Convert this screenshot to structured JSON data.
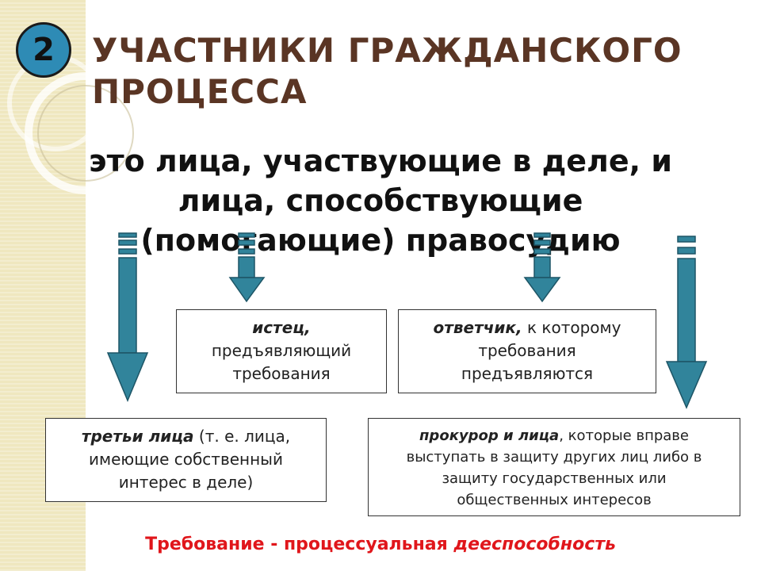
{
  "slide_number": "2",
  "title": {
    "line1": "УЧАСТНИКИ ГРАЖДАНСКОГО",
    "line2": "ПРОЦЕССА"
  },
  "definition": {
    "line1": "это лица, участвующие в деле, и",
    "line2": "лица, способствующие",
    "line3": "(помогающие) правосудию"
  },
  "boxes": {
    "plaintiff": {
      "term": "истец,",
      "line2": "предъявляющий",
      "line3": "требования"
    },
    "defendant": {
      "term": "ответчик,",
      "rest1": " к которому",
      "line2": "требования",
      "line3": "предъявляются"
    },
    "third_parties": {
      "term": "третьи лица",
      "rest1": " (т. е. лица,",
      "line2": "имеющие собственный",
      "line3": "интерес в деле)"
    },
    "prosecutor": {
      "term": "прокурор и лица",
      "rest1": ", которые вправе",
      "line2": "выступать в защиту других лиц либо в",
      "line3": "защиту государственных или",
      "line4": "общественных интересов"
    }
  },
  "footer": {
    "text": "Требование - процессуальная ",
    "emphasis": "дееспособность"
  },
  "colors": {
    "arrow_fill": "#31849b",
    "title": "#5a3524",
    "footer": "#e0161b",
    "badge": "#2e8bb5"
  }
}
